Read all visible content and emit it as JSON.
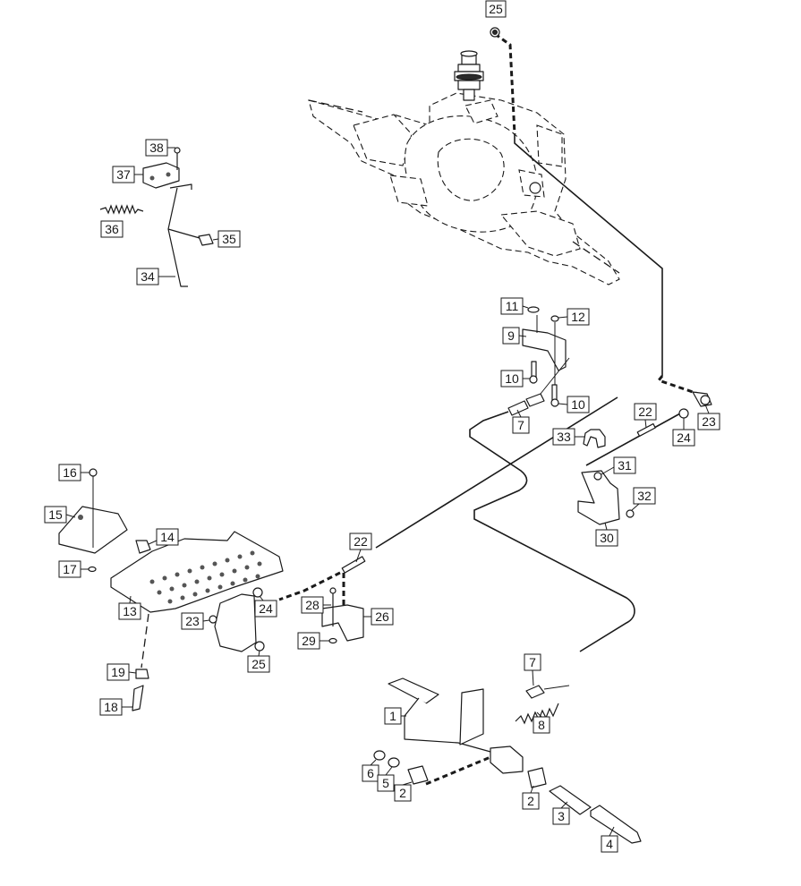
{
  "callouts": {
    "c1": "1",
    "c2a": "2",
    "c2b": "2",
    "c3": "3",
    "c4": "4",
    "c5": "5",
    "c6": "6",
    "c7a": "7",
    "c7b": "7",
    "c8": "8",
    "c9": "9",
    "c10a": "10",
    "c10b": "10",
    "c11": "11",
    "c12": "12",
    "c13": "13",
    "c14": "14",
    "c15": "15",
    "c16": "16",
    "c17": "17",
    "c18": "18",
    "c19": "19",
    "c22a": "22",
    "c22b": "22",
    "c23a": "23",
    "c23b": "23",
    "c24a": "24",
    "c24b": "24",
    "c25a": "25",
    "c25b": "25",
    "c26": "26",
    "c28": "28",
    "c29": "29",
    "c30": "30",
    "c31": "31",
    "c32": "32",
    "c33": "33",
    "c34": "34",
    "c35": "35",
    "c36": "36",
    "c37": "37",
    "c38": "38"
  }
}
